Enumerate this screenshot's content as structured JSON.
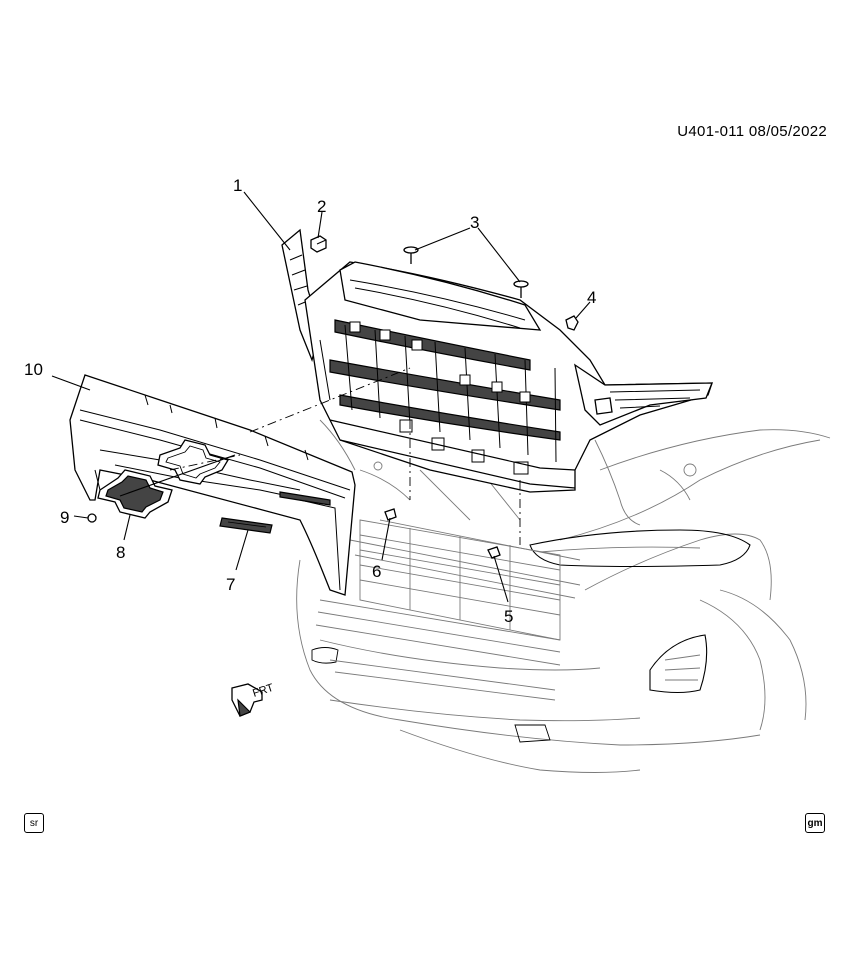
{
  "header": {
    "reference_code": "U401-011  08/05/2022"
  },
  "callouts": [
    {
      "id": "1",
      "label": "1"
    },
    {
      "id": "2",
      "label": "2"
    },
    {
      "id": "3",
      "label": "3"
    },
    {
      "id": "4",
      "label": "4"
    },
    {
      "id": "5",
      "label": "5"
    },
    {
      "id": "6",
      "label": "6"
    },
    {
      "id": "7",
      "label": "7"
    },
    {
      "id": "8",
      "label": "8"
    },
    {
      "id": "9",
      "label": "9"
    },
    {
      "id": "10",
      "label": "10"
    }
  ],
  "direction_arrow": {
    "label": "FRT"
  },
  "footer": {
    "left_badge": "sr",
    "right_badge": "gm"
  }
}
